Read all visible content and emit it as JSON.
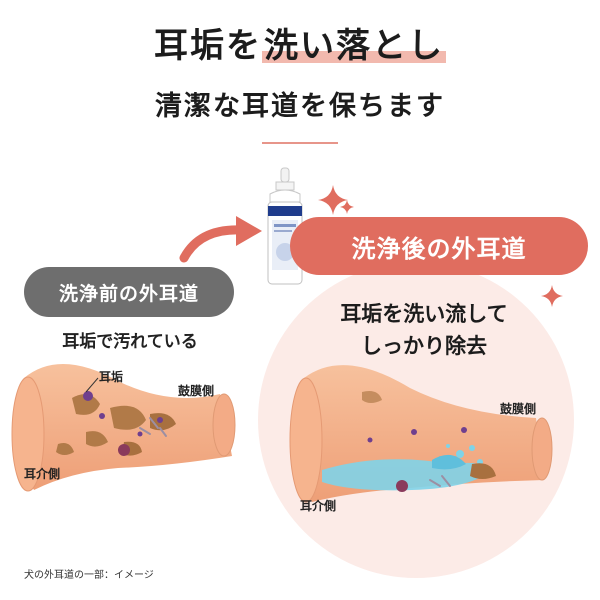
{
  "headline": {
    "line1_prefix": "耳垢を",
    "line1_highlight": "洗い落とし",
    "line2": "清潔な耳道を保ちます"
  },
  "before": {
    "title": "洗浄前の外耳道",
    "description": "耳垢で汚れている",
    "label_earwax": "耳垢",
    "label_eardrum_side": "鼓膜側",
    "label_outer_side": "耳介側"
  },
  "after": {
    "title": "洗浄後の外耳道",
    "description_line1": "耳垢を洗い流して",
    "description_line2": "しっかり除去",
    "label_eardrum_side": "鼓膜側",
    "label_outer_side": "耳介側"
  },
  "caption": "犬の外耳道の一部：イメージ",
  "colors": {
    "accent": "#e06d5f",
    "before_pill": "#6e6e6e",
    "after_bg": "#fcebe7",
    "skin": "#f3b08a",
    "earwax": "#b17a48",
    "water": "#7fd3e8"
  }
}
